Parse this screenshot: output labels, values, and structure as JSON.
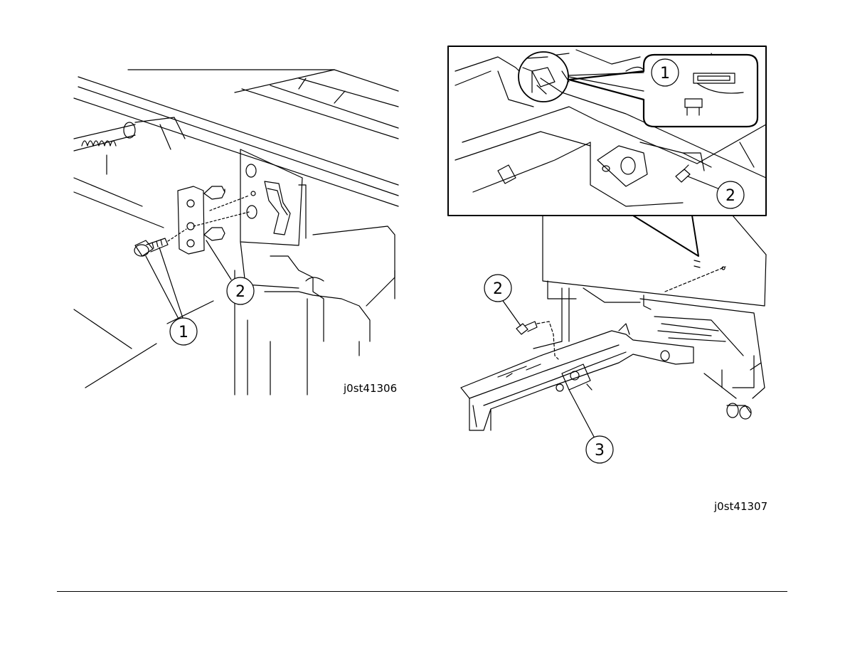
{
  "figures": [
    {
      "id": "j0st41306",
      "callouts": [
        "1",
        "2"
      ]
    },
    {
      "id": "j0st41307",
      "callouts": [
        "1",
        "2",
        "2",
        "3"
      ]
    }
  ],
  "colors": {
    "line": "#000000",
    "background": "#ffffff"
  }
}
